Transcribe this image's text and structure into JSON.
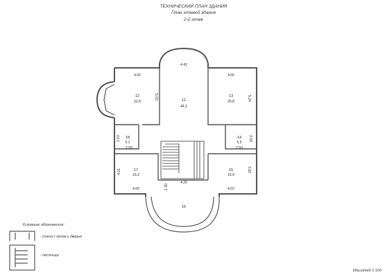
{
  "header": {
    "title": "ТЕХНИЧЕСКИЙ ПЛАН ЗДАНИЯ",
    "subtitle": "План этажей здания",
    "floor": "2-й этаж"
  },
  "rooms": [
    {
      "id": "12",
      "area": "22.8"
    },
    {
      "id": "11",
      "area": "44.2"
    },
    {
      "id": "13",
      "area": "20.8"
    },
    {
      "id": "18",
      "area": "5.1"
    },
    {
      "id": "14",
      "area": "5.5"
    },
    {
      "id": "17",
      "area": "16.2"
    },
    {
      "id": "15",
      "area": "15.4"
    },
    {
      "id": "16"
    }
  ],
  "dimensions": {
    "top_bay": "4.42",
    "room12_width": "4.02",
    "room12_depth": "5.03",
    "room13_width": "4.00",
    "room13_depth": "5.24",
    "room18_height": "2.10",
    "room18_width": "2.50",
    "room14_width": "2.50",
    "room14_height": "2.09",
    "room17_depth": "4.01",
    "room17_width": "4.00",
    "room15_depth": "3.92",
    "room15_width": "4.02",
    "corridor_width": "4.20",
    "corridor_depth": "1.30"
  },
  "legend": {
    "title": "Условные обозначения:",
    "wall": "- стена с окном и дверью",
    "stair": "- лестница"
  },
  "scale": "Масштаб 1:100",
  "colors": {
    "wall": "#555555",
    "line": "#333333"
  }
}
